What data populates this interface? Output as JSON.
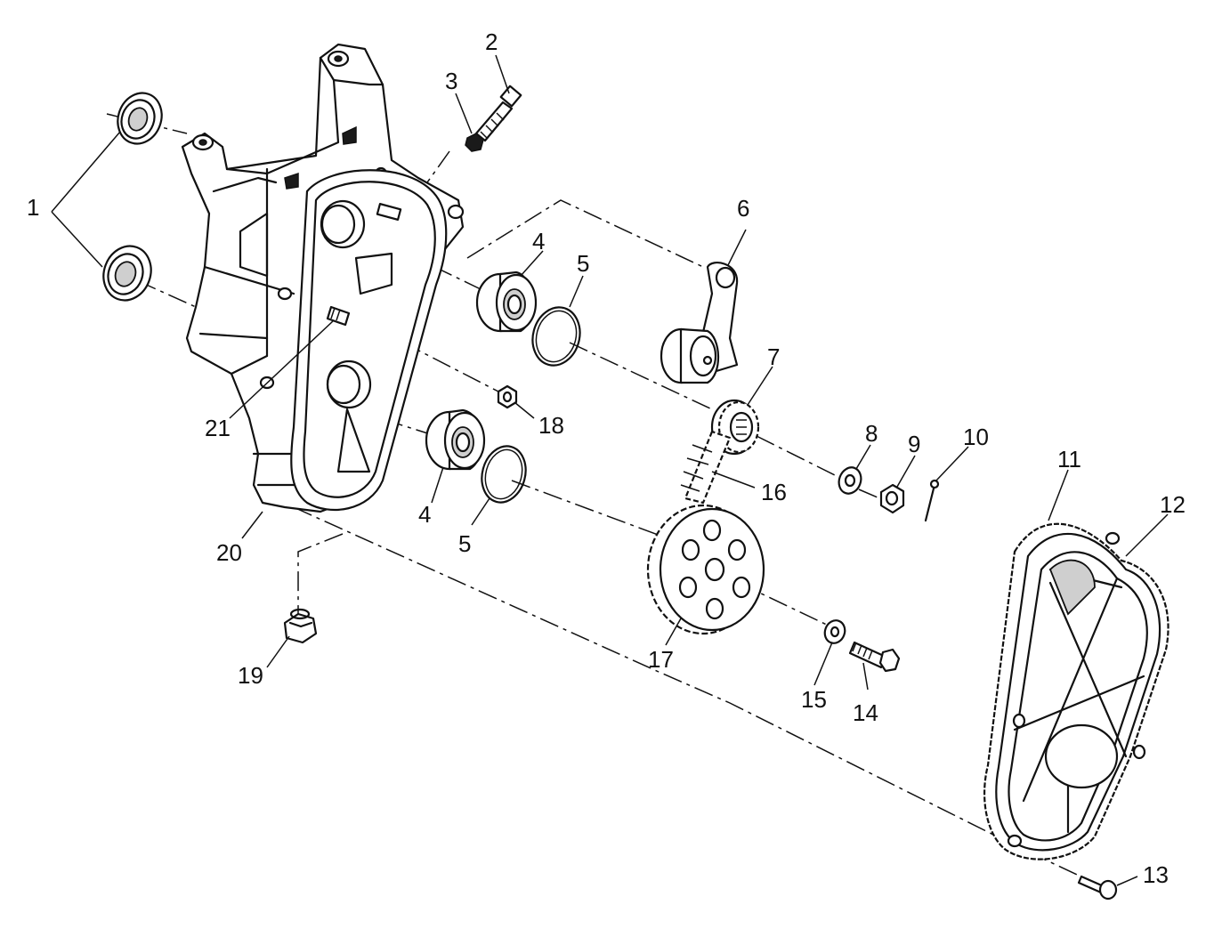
{
  "diagram": {
    "callouts": [
      {
        "id": "1",
        "text": "1"
      },
      {
        "id": "2",
        "text": "2"
      },
      {
        "id": "3",
        "text": "3"
      },
      {
        "id": "4a",
        "text": "4"
      },
      {
        "id": "5a",
        "text": "5"
      },
      {
        "id": "6",
        "text": "6"
      },
      {
        "id": "7",
        "text": "7"
      },
      {
        "id": "8",
        "text": "8"
      },
      {
        "id": "9",
        "text": "9"
      },
      {
        "id": "10",
        "text": "10"
      },
      {
        "id": "11",
        "text": "11"
      },
      {
        "id": "12",
        "text": "12"
      },
      {
        "id": "13",
        "text": "13"
      },
      {
        "id": "14",
        "text": "14"
      },
      {
        "id": "15",
        "text": "15"
      },
      {
        "id": "16",
        "text": "16"
      },
      {
        "id": "17",
        "text": "17"
      },
      {
        "id": "18",
        "text": "18"
      },
      {
        "id": "19",
        "text": "19"
      },
      {
        "id": "20",
        "text": "20"
      },
      {
        "id": "21",
        "text": "21"
      },
      {
        "id": "4b",
        "text": "4"
      },
      {
        "id": "5b",
        "text": "5"
      }
    ]
  }
}
